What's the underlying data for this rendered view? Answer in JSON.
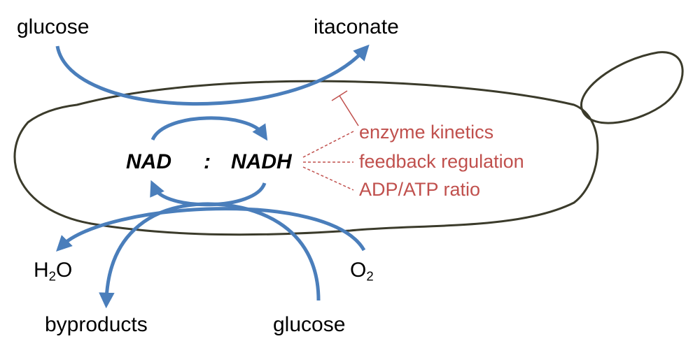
{
  "labels": {
    "glucose_top": "glucose",
    "itaconate": "itaconate",
    "nad": "NAD",
    "colon": ":",
    "nadh": "NADH",
    "h2o_main": "H",
    "h2o_sub": "2",
    "h2o_tail": "O",
    "o2_main": "O",
    "o2_sub": "2",
    "byproducts": "byproducts",
    "glucose_bottom": "glucose"
  },
  "regulators": {
    "enzyme": "enzyme kinetics",
    "feedback": "feedback regulation",
    "adp_atp": "ADP/ATP ratio"
  },
  "colors": {
    "cell_outline": "#3b3b2b",
    "flux_arrow": "#4a7ebb",
    "regulation": "#c0504d"
  }
}
